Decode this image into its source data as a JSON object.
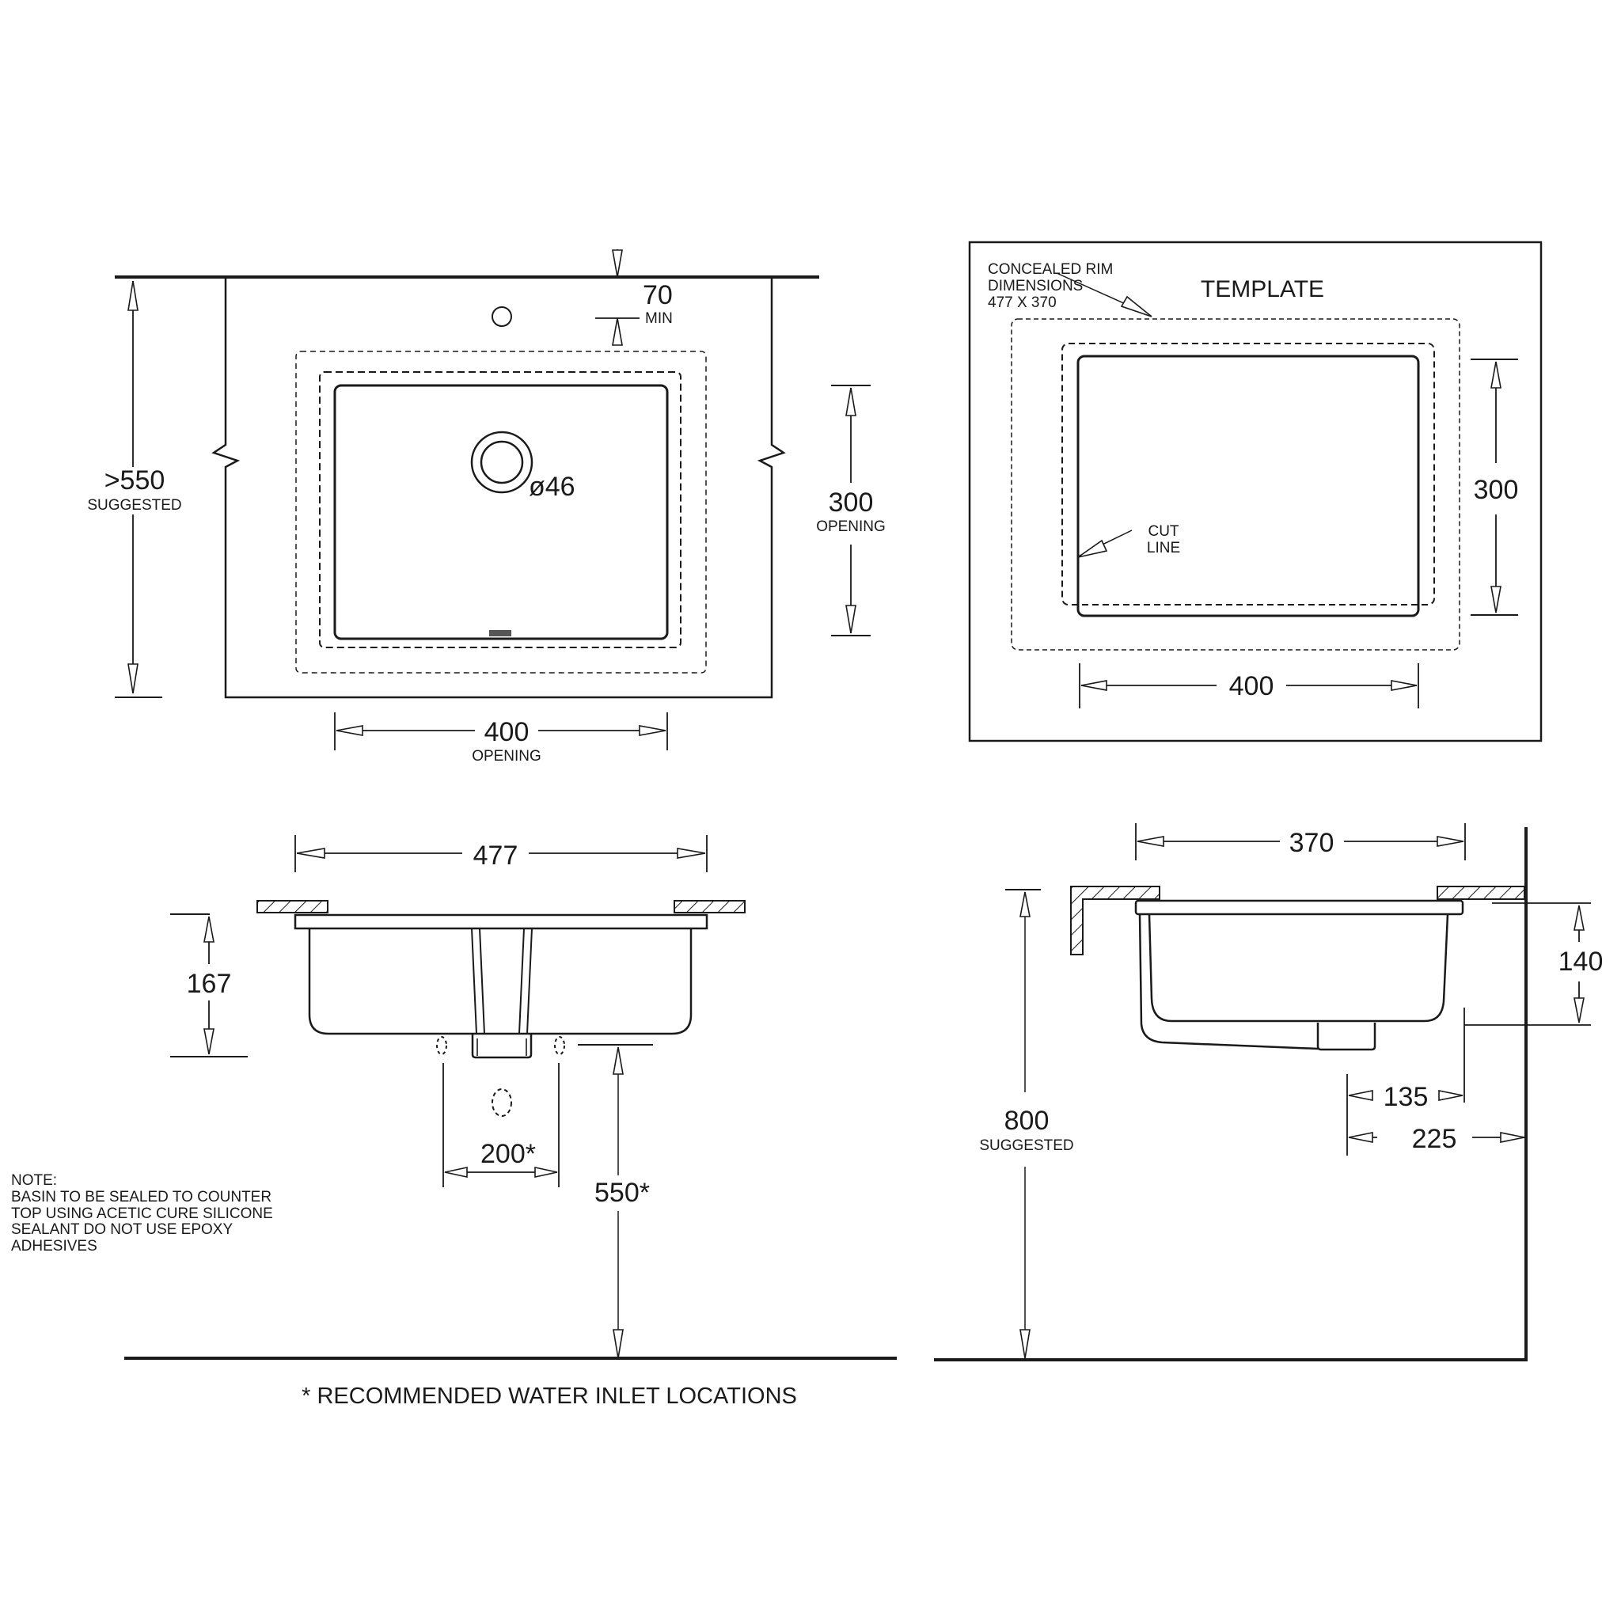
{
  "plan_view": {
    "overall_depth": ">550",
    "overall_depth_label": "SUGGESTED",
    "tap_clearance": "70",
    "tap_clearance_label": "MIN",
    "waste_diameter": "ø46",
    "opening_depth": "300",
    "opening_depth_label": "OPENING",
    "opening_width": "400",
    "opening_width_label": "OPENING"
  },
  "template_view": {
    "title": "TEMPLATE",
    "rim_note_line1": "CONCEALED RIM",
    "rim_note_line2": "DIMENSIONS",
    "rim_note_line3": "477 X 370",
    "cut_line_line1": "CUT",
    "cut_line_line2": "LINE",
    "height": "300",
    "width": "400"
  },
  "front_elevation": {
    "overall_width": "477",
    "basin_height": "167",
    "inlet_spacing": "200*",
    "inlet_height": "550*"
  },
  "side_elevation": {
    "overall_depth": "370",
    "bowl_depth": "140",
    "waste_offset": "135",
    "wall_offset": "225",
    "counter_height": "800",
    "counter_height_label": "SUGGESTED"
  },
  "note": {
    "heading": "NOTE:",
    "line1": "BASIN TO BE SEALED TO COUNTER",
    "line2": "TOP USING ACETIC CURE SILICONE",
    "line3": "SEALANT DO NOT USE EPOXY",
    "line4": "ADHESIVES"
  },
  "footnote": "* RECOMMENDED WATER INLET LOCATIONS"
}
